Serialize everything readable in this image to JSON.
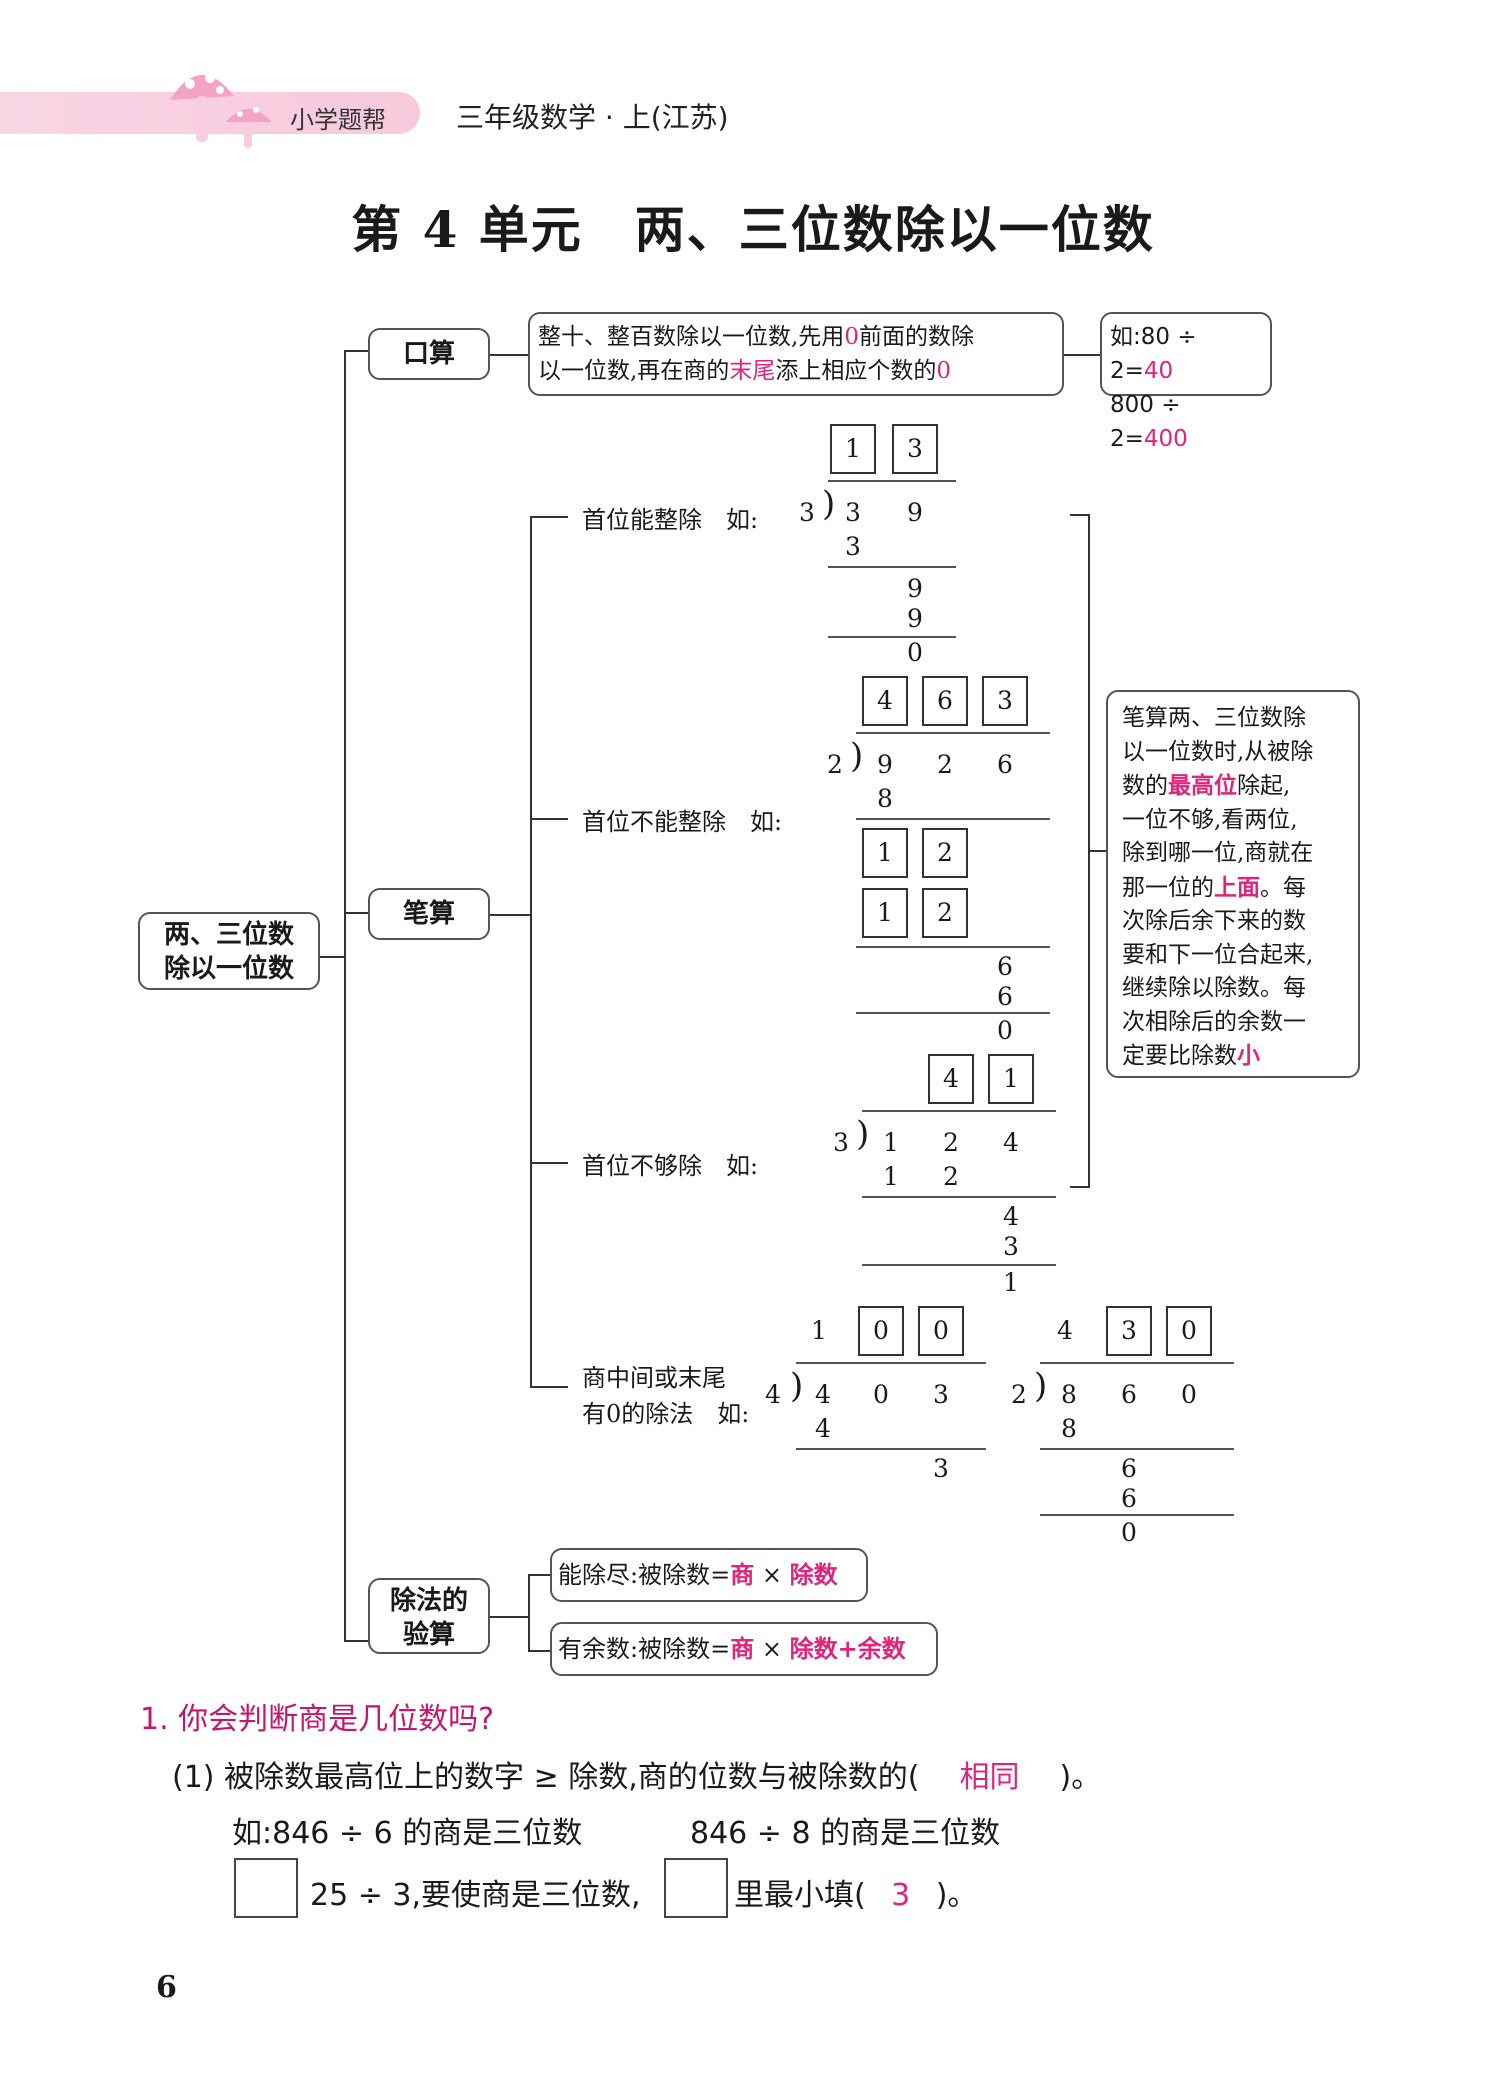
{
  "header": {
    "series": "小学题帮",
    "book": "三年级数学 · 上(江苏)"
  },
  "title": "第 4 单元　两、三位数除以一位数",
  "root": "两、三位数除以一位数",
  "root_line1": "两、三位数",
  "root_line2": "除以一位数",
  "oral": {
    "label": "口算",
    "rule_line1_a": "整十、整百数除以一位数,先用",
    "rule_line1_b": "0",
    "rule_line1_c": "前面的数除",
    "rule_line2_a": "以一位数,再在商的",
    "rule_line2_b": "末尾",
    "rule_line2_c": "添上相应个数的",
    "rule_line2_d": "0",
    "ex1_a": "如:80 ÷ 2=",
    "ex1_b": "40",
    "ex2_a": "800 ÷ 2=",
    "ex2_b": "400"
  },
  "written": {
    "label": "笔算",
    "case1": "首位能整除　如:",
    "case2": "首位不能整除　如:",
    "case3": "首位不够除　如:",
    "case4_line1": "商中间或末尾",
    "case4_line2": "有0的除法　如:",
    "summary": [
      {
        "t": "笔算两、三位数除",
        "r": ""
      },
      {
        "t": "以一位数时,从被除",
        "r": ""
      },
      {
        "t": "数的",
        "r": "最高位",
        "t2": "除起,"
      },
      {
        "t": "一位不够,看两位,",
        "r": ""
      },
      {
        "t": "除到哪一位,商就在",
        "r": ""
      },
      {
        "t": "那一位的",
        "r": "上面",
        "t2": "。每"
      },
      {
        "t": "次除后余下来的数",
        "r": ""
      },
      {
        "t": "要和下一位合起来,",
        "r": ""
      },
      {
        "t": "继续除以除数。每",
        "r": ""
      },
      {
        "t": "次相除后的余数一",
        "r": ""
      },
      {
        "t": "定要比除数",
        "r": "小",
        "t2": ""
      }
    ]
  },
  "check": {
    "label_line1": "除法的",
    "label_line2": "验算",
    "exact_a": "能除尽:被除数=",
    "exact_b": "商",
    "exact_c": " × ",
    "exact_d": "除数",
    "rem_a": "有余数:被除数=",
    "rem_b": "商",
    "rem_c": " × ",
    "rem_d": "除数",
    "rem_e": "+",
    "rem_f": "余数"
  },
  "divisions": {
    "d1": {
      "q": [
        "1",
        "3"
      ],
      "divisor": "3",
      "dividend": [
        "3",
        "9"
      ],
      "s1": "3",
      "r1": "9",
      "s2": "9",
      "r2": "0"
    },
    "d2": {
      "q": [
        "4",
        "6",
        "3"
      ],
      "divisor": "2",
      "dividend": [
        "9",
        "2",
        "6"
      ],
      "s1": "8",
      "box1": [
        "1",
        "2"
      ],
      "box2": [
        "1",
        "2"
      ],
      "r1": "6",
      "s2": "6",
      "r2": "0"
    },
    "d3": {
      "q": [
        "4",
        "1"
      ],
      "divisor": "3",
      "dividend": [
        "1",
        "2",
        "4"
      ],
      "s1": [
        "1",
        "2"
      ],
      "r1": "4",
      "s2": "3",
      "r2": "1"
    },
    "d4": {
      "q": [
        "1",
        "0",
        "0"
      ],
      "divisor": "4",
      "dividend": [
        "4",
        "0",
        "3"
      ],
      "s1": "4",
      "r1": "3"
    },
    "d5": {
      "q": [
        "4",
        "3",
        "0"
      ],
      "divisor": "2",
      "dividend": [
        "8",
        "6",
        "0"
      ],
      "s1": "8",
      "r1": "6",
      "s2": "6",
      "r2": "0"
    }
  },
  "exercise": {
    "q_title": "1. 你会判断商是几位数吗?",
    "item1_a": "(1) 被除数最高位上的数字 ≥ 除数,商的位数与被除数的(",
    "item1_ans": "相同",
    "item1_b": ")。",
    "ex_a": "如:846 ÷ 6 的商是三位数",
    "ex_b": "846 ÷ 8 的商是三位数",
    "fill_a": "25 ÷ 3,要使商是三位数,",
    "fill_b": "里最小填(",
    "fill_ans": "3",
    "fill_c": ")。"
  },
  "page_number": "6"
}
